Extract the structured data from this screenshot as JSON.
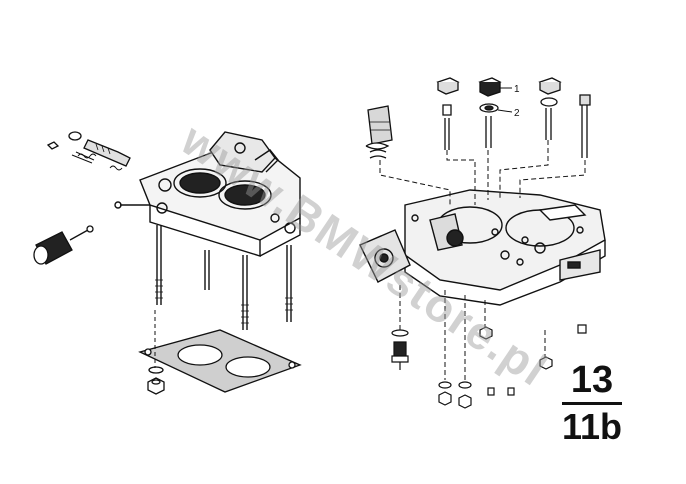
{
  "diagram": {
    "callouts": [
      "1",
      "2"
    ],
    "reference": {
      "top": "13",
      "bottom": "11b"
    },
    "watermark": "www.BMWstore.pl"
  }
}
